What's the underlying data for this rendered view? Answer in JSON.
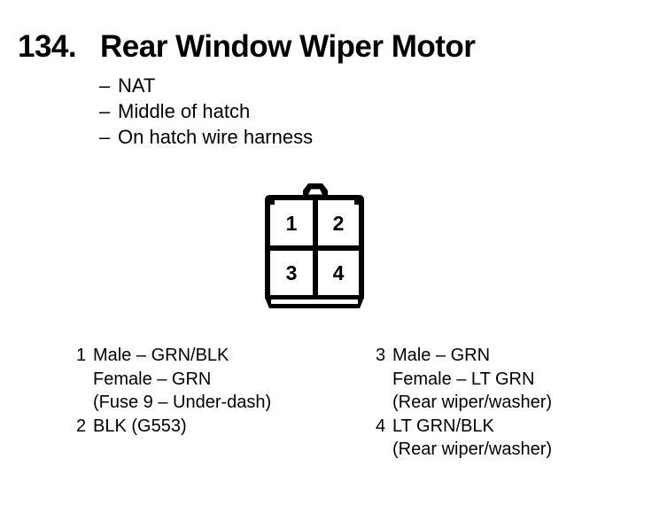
{
  "page": {
    "background_color": "#ffffff",
    "ink_color": "#000000"
  },
  "header": {
    "section_number": "134.",
    "title": "Rear Window Wiper Motor"
  },
  "notes": [
    {
      "dash": "–",
      "text": "NAT"
    },
    {
      "dash": "–",
      "text": "Middle of hatch"
    },
    {
      "dash": "–",
      "text": "On hatch wire harness"
    }
  ],
  "connector": {
    "description": "4-cavity connector, 2x2 grid, face view with top latch tab",
    "pins": [
      "1",
      "2",
      "3",
      "4"
    ]
  },
  "pin_legend": {
    "left": [
      {
        "number": "1",
        "lines": [
          "Male – GRN/BLK",
          "Female – GRN",
          "(Fuse 9 – Under-dash)"
        ]
      },
      {
        "number": "2",
        "lines": [
          "BLK (G553)"
        ]
      }
    ],
    "right": [
      {
        "number": "3",
        "lines": [
          "Male – GRN",
          "Female – LT GRN",
          "(Rear wiper/washer)"
        ]
      },
      {
        "number": "4",
        "lines": [
          "LT GRN/BLK",
          "(Rear wiper/washer)"
        ]
      }
    ]
  }
}
